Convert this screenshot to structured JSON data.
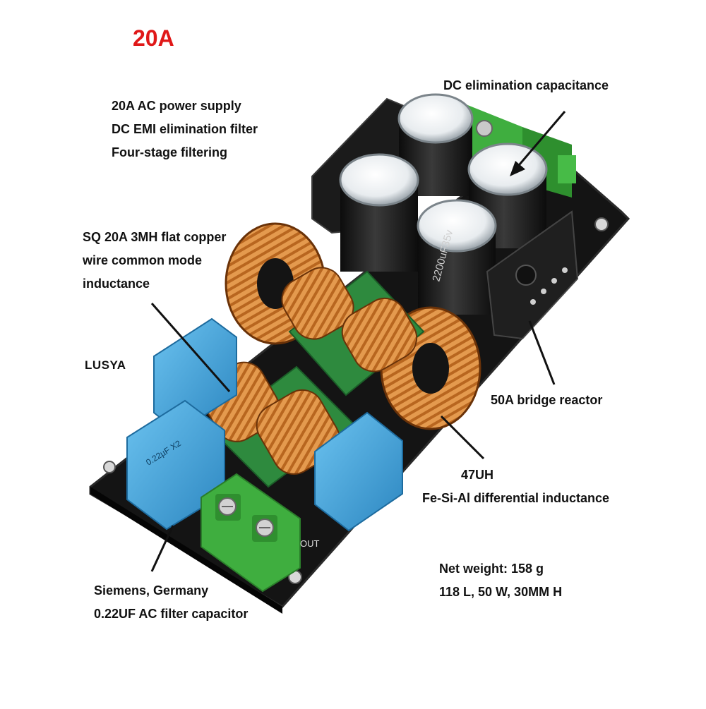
{
  "headline": "20A",
  "features": {
    "line1": "20A AC power supply",
    "line2": "DC EMI elimination filter",
    "line3": "Four-stage filtering"
  },
  "callouts": {
    "dc_cap": "DC elimination capacitance",
    "common_mode": {
      "line1": "SQ 20A 3MH flat copper",
      "line2": "wire common mode",
      "line3": "inductance"
    },
    "brand": "LUSYA",
    "bridge": "50A bridge reactor",
    "diff": {
      "line1": "47UH",
      "line2": "Fe-Si-Al differential inductance"
    },
    "specs": {
      "line1": "Net weight: 158 g",
      "line2": "118 L, 50 W, 30MM H"
    },
    "capacitor": {
      "line1": "Siemens, Germany",
      "line2": "0.22UF AC filter capacitor"
    }
  },
  "board": {
    "cap_marking": "2200uF35v",
    "x2_marking": "0.22µF X2",
    "terminal_label": "OUT"
  },
  "colors": {
    "headline": "#e01818",
    "pcb": "#141414",
    "copper": "#c8762a",
    "x2_cap": "#3a9fd8",
    "terminal": "#3fae3f"
  }
}
